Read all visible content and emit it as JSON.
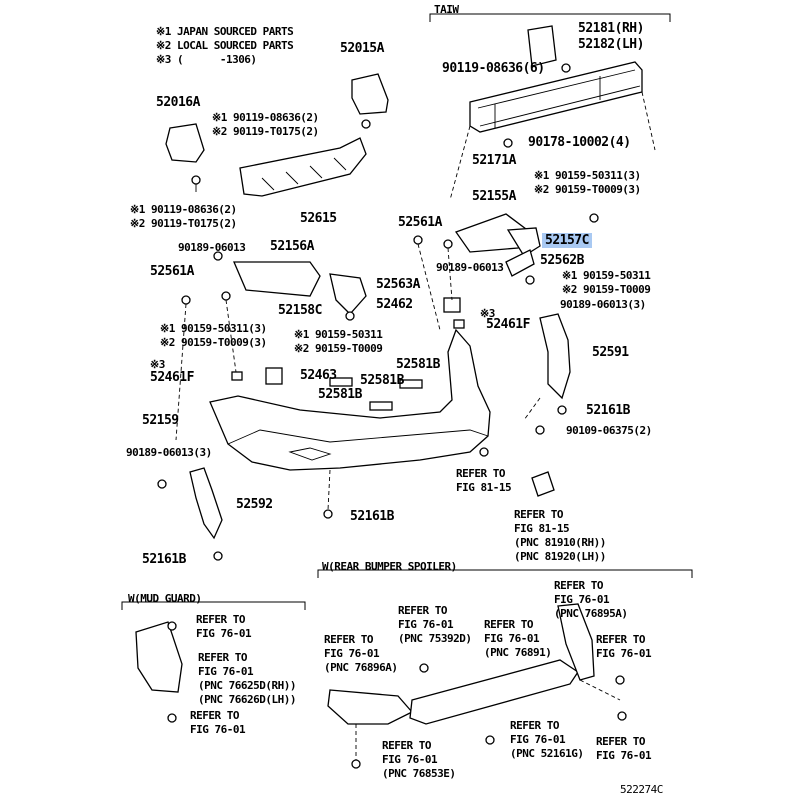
{
  "notes": {
    "n1": "※1 JAPAN SOURCED PARTS",
    "n2": "※2 LOCAL SOURCED PARTS",
    "n3": "※3 (      -1306)"
  },
  "sections": {
    "taiw": "TAIW",
    "spoiler": "W(REAR BUMPER SPOILER)",
    "mudguard": "W(MUD GUARD)"
  },
  "parts": {
    "p52181": "52181(RH)",
    "p52182": "52182(LH)",
    "p90119_6": "90119-08636(6)",
    "p90178": "90178-10002(4)",
    "p52171A": "52171A",
    "p52015A": "52015A",
    "p52016A": "52016A",
    "p90119_a1": "※1 90119-08636(2)",
    "p90119_a2": "※2 90119-T0175(2)",
    "p90119_b1": "※1 90119-08636(2)",
    "p90119_b2": "※2 90119-T0175(2)",
    "p52615": "52615",
    "p90159_r1": "※1 90159-50311(3)",
    "p90159_r2": "※2 90159-T0009(3)",
    "p52155A": "52155A",
    "p52561A_r": "52561A",
    "p52157C": "52157C",
    "p90189_c": "90189-06013",
    "p52562B": "52562B",
    "p90159_s1": "※1 90159-50311",
    "p90159_s2": "※2 90159-T0009",
    "p90189_3r": "90189-06013(3)",
    "p90189_l": "90189-06013",
    "p52156A": "52156A",
    "p52561A_l": "52561A",
    "p52563A": "52563A",
    "p52158C": "52158C",
    "p52462": "52462",
    "p52461F_r": "52461F",
    "p52461F_r_mark": "※3",
    "p90159_t1": "※1 90159-50311(3)",
    "p90159_t2": "※2 90159-T0009(3)",
    "p90159_u1": "※1 90159-50311",
    "p90159_u2": "※2 90159-T0009",
    "p52591": "52591",
    "p52461F_l_mark": "※3",
    "p52461F_l": "52461F",
    "p52463": "52463",
    "p52581B_a": "52581B",
    "p52581B_b": "52581B",
    "p52581B_c": "52581B",
    "p52161B_r": "52161B",
    "p52159": "52159",
    "p90109": "90109-06375(2)",
    "p90189_3l": "90189-06013(3)",
    "ref81_a": "REFER TO",
    "ref81_b": "FIG 81-15",
    "p52592": "52592",
    "p52161B_c": "52161B",
    "ref81c_a": "REFER TO",
    "ref81c_b": "FIG 81-15",
    "ref81c_c": "(PNC 81910(RH))",
    "ref81c_d": "(PNC 81920(LH))",
    "p52161B_l": "52161B"
  },
  "refs": {
    "mg_a1": "REFER TO",
    "mg_a2": "FIG 76-01",
    "mg_b1": "REFER TO",
    "mg_b2": "FIG 76-01",
    "mg_b3": "(PNC 76625D(RH))",
    "mg_b4": "(PNC 76626D(LH))",
    "mg_c1": "REFER TO",
    "mg_c2": "FIG 76-01",
    "sp_a1": "REFER TO",
    "sp_a2": "FIG 76-01",
    "sp_a3": "(PNC 76896A)",
    "sp_b1": "REFER TO",
    "sp_b2": "FIG 76-01",
    "sp_b3": "(PNC 75392D)",
    "sp_c1": "REFER TO",
    "sp_c2": "FIG 76-01",
    "sp_c3": "(PNC 76891)",
    "sp_d1": "REFER TO",
    "sp_d2": "FIG 76-01",
    "sp_d3": "(PNC 76895A)",
    "sp_e1": "REFER TO",
    "sp_e2": "FIG 76-01",
    "sp_f1": "REFER TO",
    "sp_f2": "FIG 76-01",
    "sp_f3": "(PNC 76853E)",
    "sp_g1": "REFER TO",
    "sp_g2": "FIG 76-01",
    "sp_g3": "(PNC 52161G)",
    "sp_h1": "REFER TO",
    "sp_h2": "FIG 76-01"
  },
  "figure_id": "522274C",
  "highlight_color": "#a9c9f2"
}
